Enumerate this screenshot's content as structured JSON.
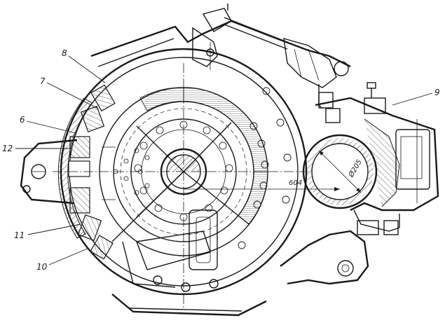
{
  "figure": {
    "labels": {
      "l8": "8",
      "l7": "7",
      "l6": "6",
      "l12": "12",
      "l11": "11",
      "l10": "10",
      "l9": "9"
    },
    "dimensions": {
      "length": "604",
      "diameter": "Ø205"
    }
  }
}
